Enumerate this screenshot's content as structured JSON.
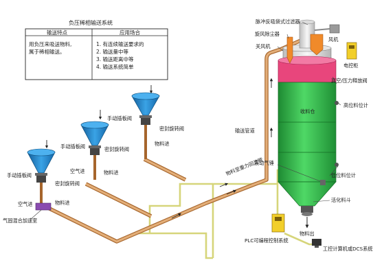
{
  "table": {
    "title": "负压稀相输送系统",
    "header_feature": "输送特点",
    "header_application": "应用场合",
    "feature_lines": [
      "用负压来吸送物料,",
      "属于稀相输送。"
    ],
    "application_lines": [
      "1. 有连续输送要求的",
      "2. 输送量中等",
      "3. 输送距离中等",
      "4. 输送系统简单"
    ]
  },
  "labels": {
    "pulse_filter": "脉冲反吸袋式过滤器",
    "cyclone": "旋风除尘器",
    "fan": "风机",
    "top_valve": "关风机",
    "control_cabinet": "电控柜",
    "vacuum_valve": "真空/压力释放阀",
    "high_level": "高位料位计",
    "silo": "收料仓",
    "conveying_pipe": "输送管道",
    "recovery_pipe": "物料至重力回流管",
    "vibration_hammer": "震动气锤",
    "low_level": "低位料位计",
    "activation_hopper": "活化料斗",
    "material_out": "物料出",
    "plc": "PLC可编程控制系统",
    "computer": "工控计算机或DCS系统",
    "gate_valve_1": "手动插板阀",
    "rotary_valve_1": "密封旋转阀",
    "material_in_1": "物料进",
    "gate_valve_2": "手动插板阀",
    "rotary_valve_2": "密封旋转阀",
    "material_in_2": "物料进",
    "air_in_2": "空气进",
    "gate_valve_3": "手动插板阀",
    "rotary_valve_3": "密封旋转阀",
    "material_in_3": "物料进",
    "air_in_3": "空气进",
    "mixing_chamber": "气固混合加速室"
  },
  "colors": {
    "pipe": "#d9a066",
    "hopper": "#1f7ec0",
    "silo": "#2fb84a",
    "silo_top": "#e8467c",
    "filter": "#e8e8e8",
    "cyclone": "#f08a2a",
    "signal": "#d4d47a",
    "cabinet": "#f2cf2a"
  }
}
